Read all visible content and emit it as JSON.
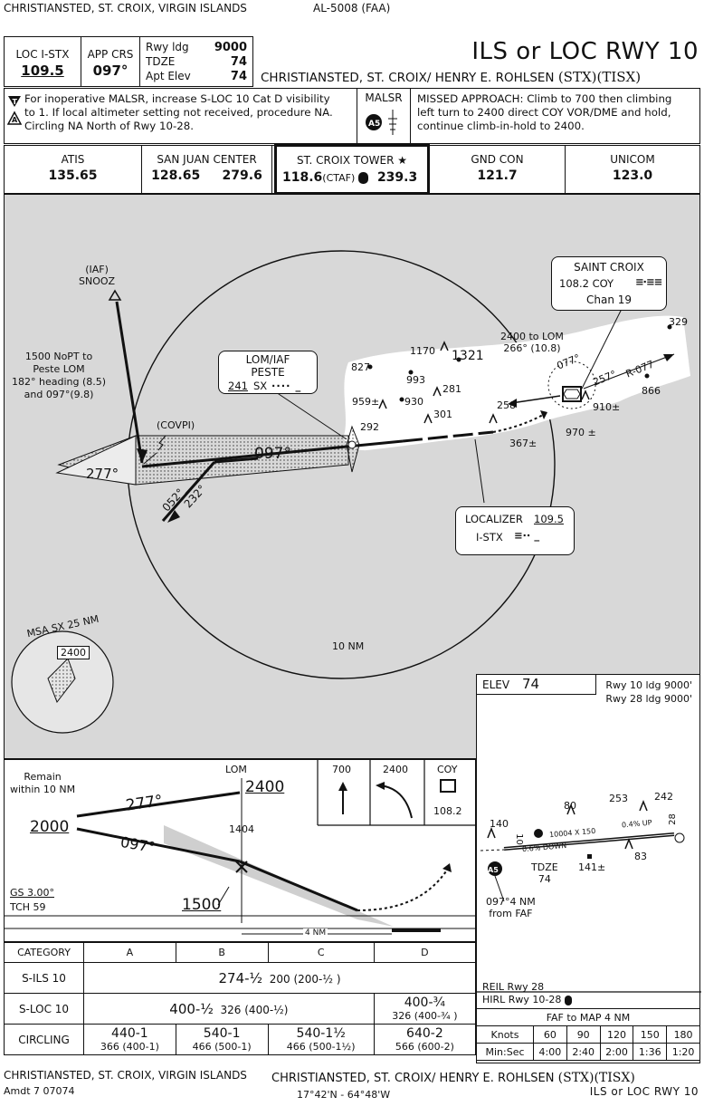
{
  "header": {
    "location_left": "CHRISTIANSTED, ST. CROIX, VIRGIN ISLANDS",
    "faa_number": "AL-5008 (FAA)",
    "title": "ILS or LOC RWY 10",
    "airport": "CHRISTIANSTED, ST. CROIX/ HENRY E. ROHLSEN",
    "airport_ids": "(STX)(TISX)"
  },
  "briefing": {
    "loc_label": "LOC  I-STX",
    "loc_freq": "109.5",
    "app_crs_label": "APP CRS",
    "app_crs": "097°",
    "rwy_ldg_label": "Rwy ldg",
    "rwy_ldg": "9000",
    "tdze_label": "TDZE",
    "tdze": "74",
    "apt_elev_label": "Apt Elev",
    "apt_elev": "74",
    "notes_1": "For inoperative MALSR, increase S-LOC 10 Cat D visibility",
    "notes_2": "to 1. If local altimeter setting not received, procedure NA.",
    "notes_3": "Circling NA North of Rwy 10-28.",
    "malsr": "MALSR",
    "a5": "A5",
    "missed_1": "MISSED APPROACH: Climb to 700 then climbing",
    "missed_2": "left turn to 2400 direct COY VOR/DME and hold,",
    "missed_3": "continue climb-in-hold to 2400."
  },
  "comms": [
    {
      "label": "ATIS",
      "freq": "135.65"
    },
    {
      "label": "SAN JUAN CENTER",
      "freq": "128.65     279.6"
    },
    {
      "label": "ST. CROIX TOWER ★",
      "freq": "118.6",
      "ctaf": "(CTAF)",
      "freq2": "239.3"
    },
    {
      "label": "GND CON",
      "freq": "121.7"
    },
    {
      "label": "UNICOM",
      "freq": "123.0"
    }
  ],
  "plan": {
    "iaf_label": "(IAF)",
    "snooz": "SNOOZ",
    "nopt_1": "1500 NoPT to",
    "nopt_2": "Peste LOM",
    "nopt_3": "182° heading (8.5)",
    "nopt_4": "and 097°(9.8)",
    "covpi": "(COVPI)",
    "crs_277": "277°",
    "crs_097": "097°",
    "crs_052": "052°",
    "crs_232": "232°",
    "lom_iaf": "LOM/IAF",
    "peste": "PESTE",
    "peste_freq": "241",
    "peste_id": "SX",
    "elev_292": "292",
    "saint_croix": "SAINT CROIX",
    "coy_freq": "108.2  COY",
    "chan": "Chan 19",
    "lom_2400_1": "2400 to LOM",
    "lom_2400_2": "266° (10.8)",
    "crs_077": "077°",
    "crs_257": "257°",
    "r077": "R-077",
    "elevs": [
      "329",
      "1170",
      "1321",
      "827",
      "993",
      "959±",
      "930",
      "281",
      "301",
      "258",
      "367±",
      "910±",
      "970 ±",
      "866"
    ],
    "loc_box_1": "LOCALIZER",
    "loc_box_freq": "109.5",
    "loc_box_2": "I-STX",
    "ring_label": "10 NM",
    "msa": "MSA SX 25 NM",
    "msa_alt": "2400"
  },
  "airport_diagram": {
    "elev_label": "ELEV",
    "elev": "74",
    "rwy10": "Rwy 10 ldg 9000'",
    "rwy28": "Rwy 28 ldg 9000'",
    "hts": [
      "140",
      "80",
      "253",
      "242",
      "83",
      "141±"
    ],
    "rwy_dims": "10004 X 150",
    "grad_up": "0.4% UP",
    "grad_down": "0.6% DOWN",
    "num10": "10",
    "num28": "28",
    "tdze": "TDZE",
    "tdze_val": "74",
    "from_faf_1": "097°4 NM",
    "from_faf_2": "from FAF",
    "reil": "REIL Rwy 28",
    "hirl": "HIRL Rwy 10-28",
    "faf_map": "FAF to MAP  4 NM",
    "knots_label": "Knots",
    "minsec_label": "Min:Sec",
    "knots": [
      "60",
      "90",
      "120",
      "150",
      "180"
    ],
    "times": [
      "4:00",
      "2:40",
      "2:00",
      "1:36",
      "1:20"
    ]
  },
  "profile": {
    "remain_1": "Remain",
    "remain_2": "within 10 NM",
    "lom": "LOM",
    "alt_2400": "2400",
    "alt_2000": "2000",
    "crs_277": "277°",
    "crs_097": "097°",
    "alt_1404": "1404",
    "alt_1500": "1500",
    "gs": "GS 3.00°",
    "tch": "TCH 59",
    "nm4": "4 NM",
    "ma_700": "700",
    "ma_2400": "2400",
    "ma_coy": "COY",
    "ma_coy_freq": "108.2"
  },
  "minimums": {
    "category": "CATEGORY",
    "cats": [
      "A",
      "B",
      "C",
      "D"
    ],
    "ils_label": "S-ILS 10",
    "ils_main": "274-½",
    "ils_sub": "200 (200-½ )",
    "loc_label": "S-LOC 10",
    "loc_abc_main": "400-½",
    "loc_abc_sub": "326 (400-½)",
    "loc_d_main": "400-¾",
    "loc_d_sub": "326 (400-¾ )",
    "circ_label": "CIRCLING",
    "circ": [
      {
        "main": "440-1",
        "sub": "366 (400-1)"
      },
      {
        "main": "540-1",
        "sub": "466 (500-1)"
      },
      {
        "main": "540-1½",
        "sub": "466 (500-1½)"
      },
      {
        "main": "640-2",
        "sub": "566 (600-2)"
      }
    ]
  },
  "footer": {
    "left_1": "CHRISTIANSTED, ST. CROIX, VIRGIN ISLANDS",
    "left_2": "Amdt 7  07074",
    "center_1": "CHRISTIANSTED, ST. CROIX/ HENRY E. ROHLSEN",
    "center_ids": "(STX)(TISX)",
    "coords": "17°42'N - 64°48'W",
    "title": "ILS or LOC RWY 10"
  }
}
